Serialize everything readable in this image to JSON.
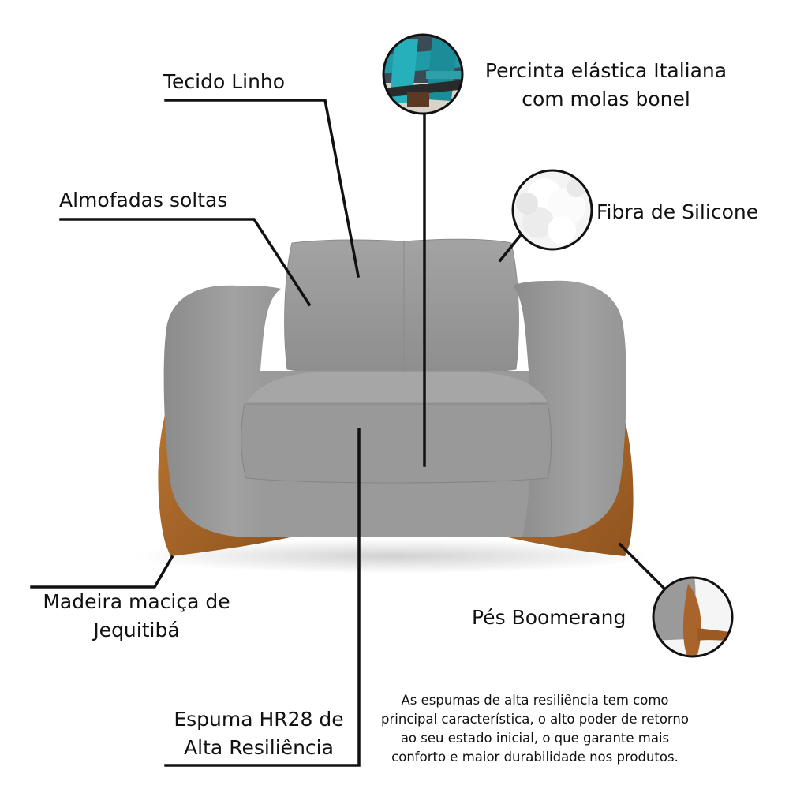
{
  "callouts": {
    "tecido": "Tecido Linho",
    "almofadas": "Almofadas soltas",
    "percinta_line1": "Percinta elástica Italiana",
    "percinta_line2": "com molas bonel",
    "fibra": "Fibra de Silicone",
    "madeira_line1": "Madeira maciça de",
    "madeira_line2": "Jequitibá",
    "pes": "Pés Boomerang",
    "espuma_line1": "Espuma HR28 de",
    "espuma_line2": "Alta Resiliência"
  },
  "note": {
    "line1": "As espumas de alta resiliência tem como",
    "line2": "principal característica, o alto poder de retorno",
    "line3": "ao seu estado inicial, o que garante mais",
    "line4": "conforto e maior durabilidade nos produtos."
  },
  "colors": {
    "fabric": "#9b9b9b",
    "fabric_dark": "#7e7e7e",
    "wood": "#b06a2a",
    "wood_dark": "#8a4f1c",
    "line": "#111111"
  }
}
